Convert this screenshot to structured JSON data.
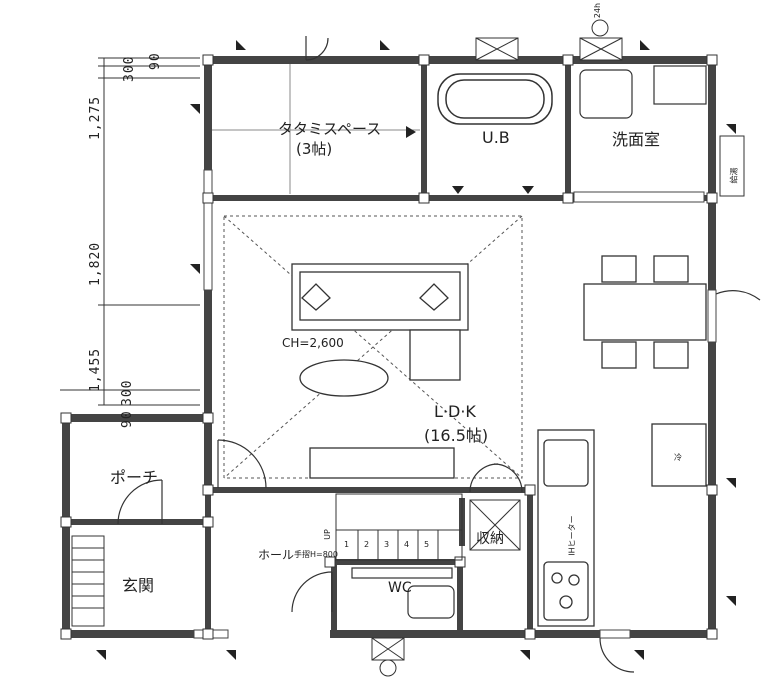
{
  "rooms": {
    "tatami": "タタミスペース",
    "tatami_size": "(3帖)",
    "ub": "U.B",
    "senmen": "洗面室",
    "ldk": "L·D·K",
    "ldk_size": "(16.5帖)",
    "ceiling": "CH=2,600",
    "porch": "ポーチ",
    "genkan": "玄関",
    "hall": "ホール",
    "hall_note": "手摺H=800",
    "wc": "WC",
    "storage": "収納"
  },
  "dimensions": {
    "d1": "300",
    "d2": "90",
    "d3": "1,275",
    "d4": "1,820",
    "d5": "1,455",
    "d6": "300",
    "d7": "90"
  },
  "stairs": {
    "steps": [
      "1",
      "2",
      "3",
      "4",
      "5"
    ],
    "up": "UP"
  },
  "symbols": {
    "hours": "24h",
    "water_heater": "給湯",
    "ih": "IHヒーター",
    "fridge": "冷"
  }
}
